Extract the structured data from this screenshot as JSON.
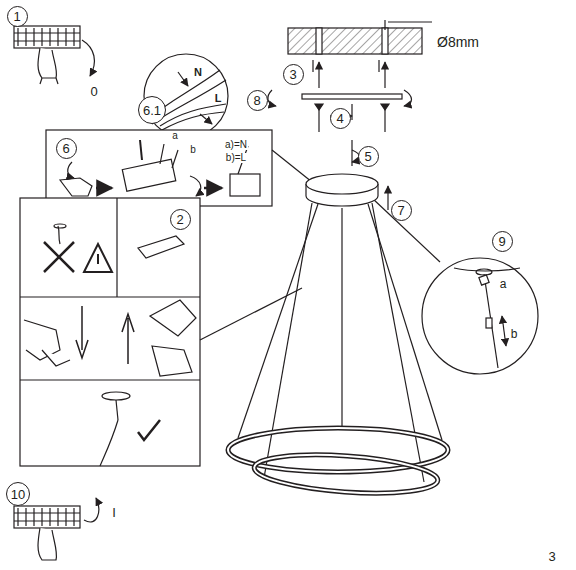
{
  "diagram": {
    "nodes": [
      {
        "text": [
          "1"
        ]
      },
      {
        "text": [
          "6.1"
        ]
      },
      {
        "text": [
          "3"
        ]
      },
      {
        "text": [
          "8"
        ]
      },
      {
        "text": [
          "4"
        ]
      },
      {
        "text": [
          "6"
        ]
      },
      {
        "text": [
          "5"
        ]
      },
      {
        "text": [
          "2"
        ]
      },
      {
        "text": [
          "7"
        ]
      },
      {
        "text": [
          "9"
        ]
      },
      {
        "text": [
          "10"
        ]
      }
    ],
    "labels": [
      "0",
      "Ø8mm",
      "N",
      "L",
      "a",
      "b",
      "a)=N",
      "b)=L",
      "a",
      "b",
      "I",
      "3"
    ]
  }
}
